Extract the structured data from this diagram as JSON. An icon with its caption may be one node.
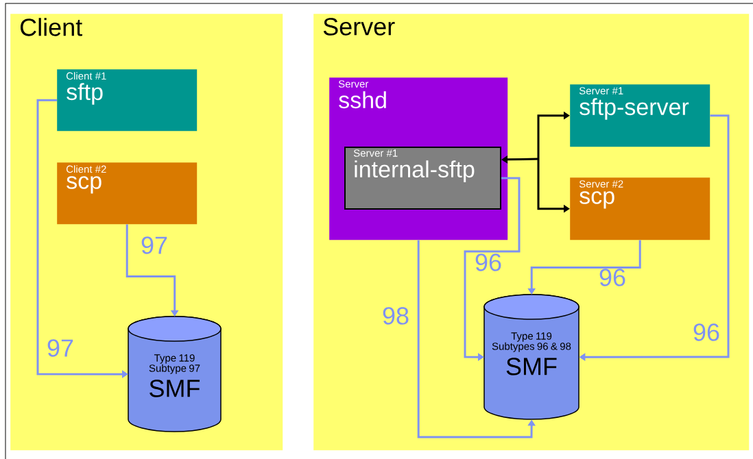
{
  "diagram": {
    "nodes": [
      {
        "text": [
          "Client"
        ]
      },
      {
        "text": [
          "Client #1",
          "sftp"
        ],
        "in": 0
      },
      {
        "text": [
          "Client #2",
          "scp"
        ],
        "in": 0
      },
      {
        "text": [
          "Type 119 Subtype 97",
          "SMF"
        ],
        "in": 0
      },
      {
        "text": [
          "Server"
        ]
      },
      {
        "text": [
          "Server",
          "sshd"
        ],
        "in": 4
      },
      {
        "text": [
          "Server #1",
          "internal-sftp"
        ],
        "in": 5
      },
      {
        "text": [
          "Server #1",
          "sftp-server"
        ],
        "in": 4
      },
      {
        "text": [
          "Server #2",
          "scp"
        ],
        "in": 4
      },
      {
        "text": [
          "Type 119 Subtypes 96 & 98",
          "SMF"
        ],
        "in": 4
      }
    ],
    "edges": [
      {
        "from": 1,
        "to": 3,
        "arrow": "to",
        "label": "97"
      },
      {
        "from": 2,
        "to": 3,
        "arrow": "to",
        "label": "97"
      },
      {
        "from": 6,
        "to": 7,
        "arrow": "both",
        "color": "#000000"
      },
      {
        "from": 6,
        "to": 8,
        "arrow": "both",
        "color": "#000000"
      },
      {
        "from": 6,
        "to": 9,
        "arrow": "to",
        "label": "96"
      },
      {
        "from": 5,
        "to": 9,
        "arrow": "to",
        "label": "98"
      },
      {
        "from": 8,
        "to": 9,
        "arrow": "to",
        "label": "96"
      },
      {
        "from": 7,
        "to": 9,
        "arrow": "to",
        "label": "96"
      }
    ]
  }
}
